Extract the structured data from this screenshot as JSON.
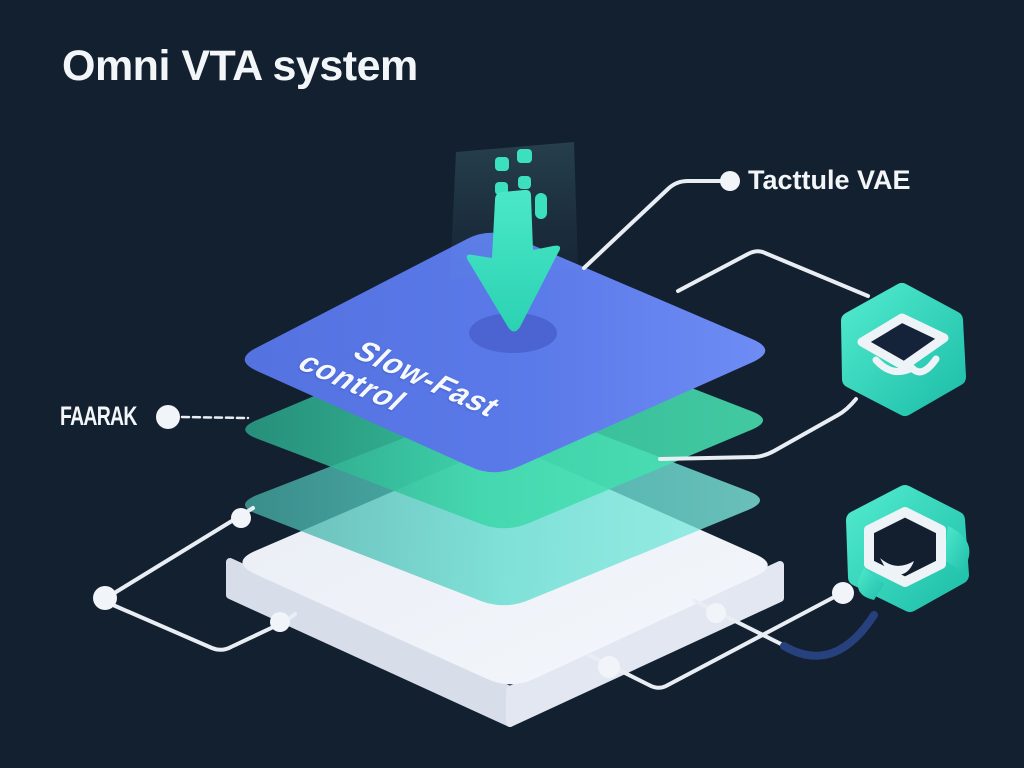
{
  "title": "Omni VTA system",
  "stack": {
    "top_layer_label_line1": "Slow-Fast",
    "top_layer_label_line2": "control"
  },
  "callouts": {
    "right_label": "Tacttule VAE",
    "left_label": "FAARAK"
  },
  "colors": {
    "background": "#132030",
    "layer_blue": "#5b79e8",
    "layer_blue_light": "#7392f3",
    "layer_green": "#3bd6a8",
    "layer_teal": "#68e2d6",
    "base_slab_top": "#eef2f8",
    "base_slab_side": "#d8dfeb",
    "arrow_teal": "#38dfbc",
    "icon_teal": "#30d8be",
    "icon_inner": "#eef3f8",
    "connector_line": "#e9eef4",
    "connector_navy": "#26417d",
    "impact_ellipse": "#4a60cf",
    "text": "#f3f6f8"
  }
}
